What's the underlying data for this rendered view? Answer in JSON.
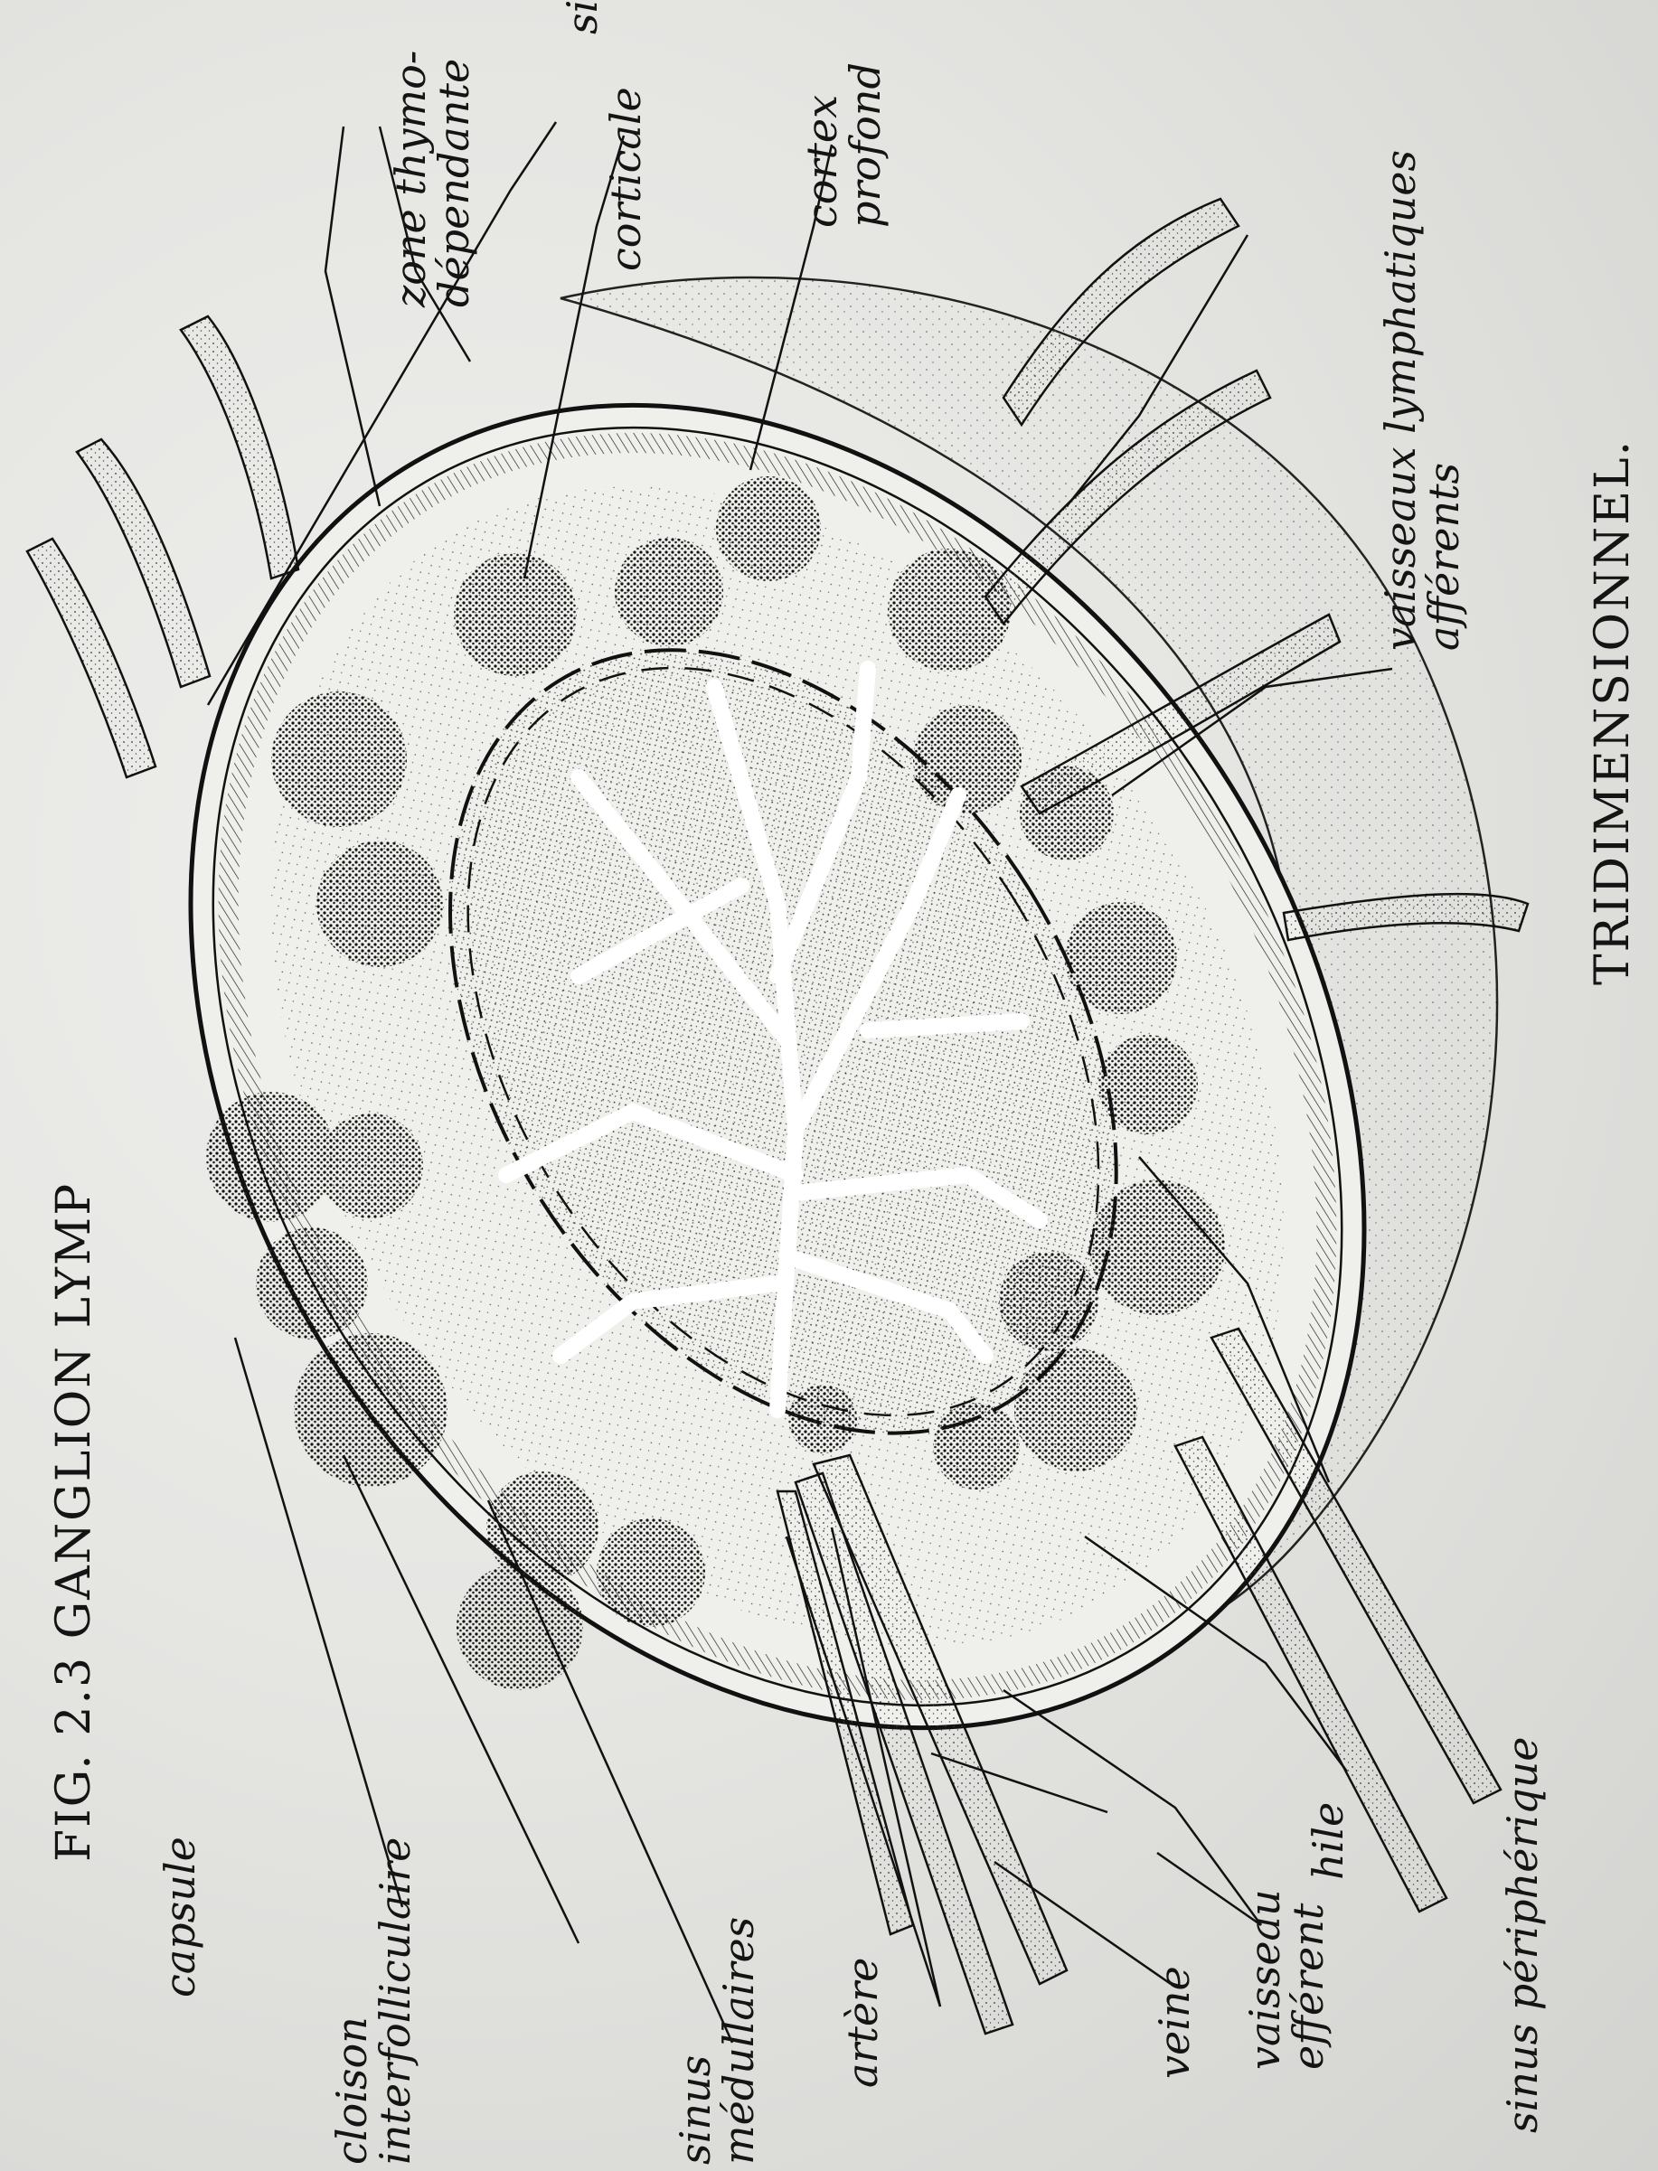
{
  "figure": {
    "title_fig": "FIG. 2.3",
    "title_text": "GANGLION LYMP",
    "title_fig_style": "small-caps",
    "bottom_title": "TRIDIMENSIONNEL."
  },
  "labels": {
    "top_fragment": "sinu",
    "zone_thymo": "zone thymo-",
    "zone_dependante": "dépendante",
    "corticale": "corticale",
    "cortex": "cortex",
    "profond": "profond",
    "vaisseaux_lymphatiques": "vaisseaux lymphatiques",
    "afferents": "afférents",
    "capsule": "capsule",
    "cloison": "cloison",
    "interfolliculaire": "interfolliculaire",
    "sinus": "sinus",
    "medullaires": "médullaires",
    "artere": "artère",
    "veine": "veine",
    "vaisseau": "vaisseau",
    "efferent": "efférent",
    "hile": "hile",
    "sinus_peripherique": "sinus périphérique"
  },
  "colors": {
    "ink": "#141414",
    "paper": "#e8e8e5",
    "faint_text": "#9b9b98"
  }
}
